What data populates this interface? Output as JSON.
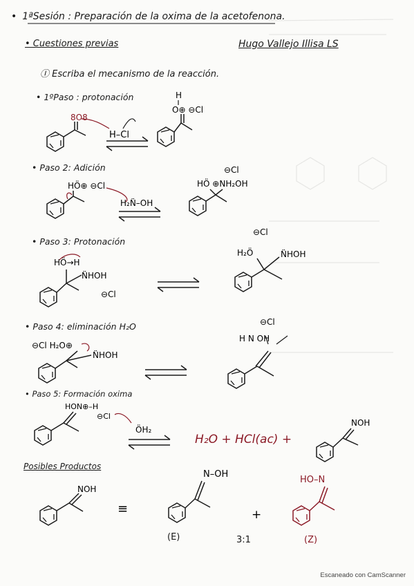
{
  "header": {
    "bullet": "•",
    "session_title": "1ªSesión : Preparación de la oxima de la acetofenona.",
    "subtitle": "• Cuestiones previas",
    "author": "Hugo Vallejo Illisa LS",
    "question": "Ⓘ Escriba el mecanismo de la reacción."
  },
  "steps": [
    {
      "label": "• 1ºPaso : protonación"
    },
    {
      "label": "• Paso 2: Adición"
    },
    {
      "label": "• Paso 3: Protonación"
    },
    {
      "label": "• Paso 4: eliminación H₂O"
    },
    {
      "label": "• Paso 5: Formación oxima"
    }
  ],
  "chem": {
    "hcl": "H–Cl",
    "oplus_cl": "O⊕ ⊖Cl",
    "h": "H",
    "ho_cl": "HÖ⊕ ⊖Cl",
    "h2n_oh": "H₂N̈–OH",
    "ho_nh2oh": "HÖ  ⊕NH₂OH",
    "cl_minus": "⊖Cl",
    "ho_h": "HÖ→H",
    "nhoh": "N̈HOH",
    "h2o_plus": "H₂Ö",
    "h2o_cl": "⊖Cl H₂O⊕",
    "h_n_oh": "H   N   OH",
    "hon_h": "HON⊕–H",
    "oh2": "ÖH₂",
    "noh": "NOH",
    "n_oh": "N–OH",
    "ho_n": "HO–N"
  },
  "final_eq": "H₂O + HCl(ac) +",
  "products": {
    "heading": "Posibles Productos",
    "label_e": "(E)",
    "label_z": "(Z)",
    "ratio": "3:1",
    "plus": "+",
    "equiv": "≡"
  },
  "footer": {
    "scan_note": "Escaneado con CamScanner"
  },
  "colors": {
    "ink": "#1a1a1a",
    "red_ink": "#8b1a26",
    "paper": "#fbfbf9"
  }
}
